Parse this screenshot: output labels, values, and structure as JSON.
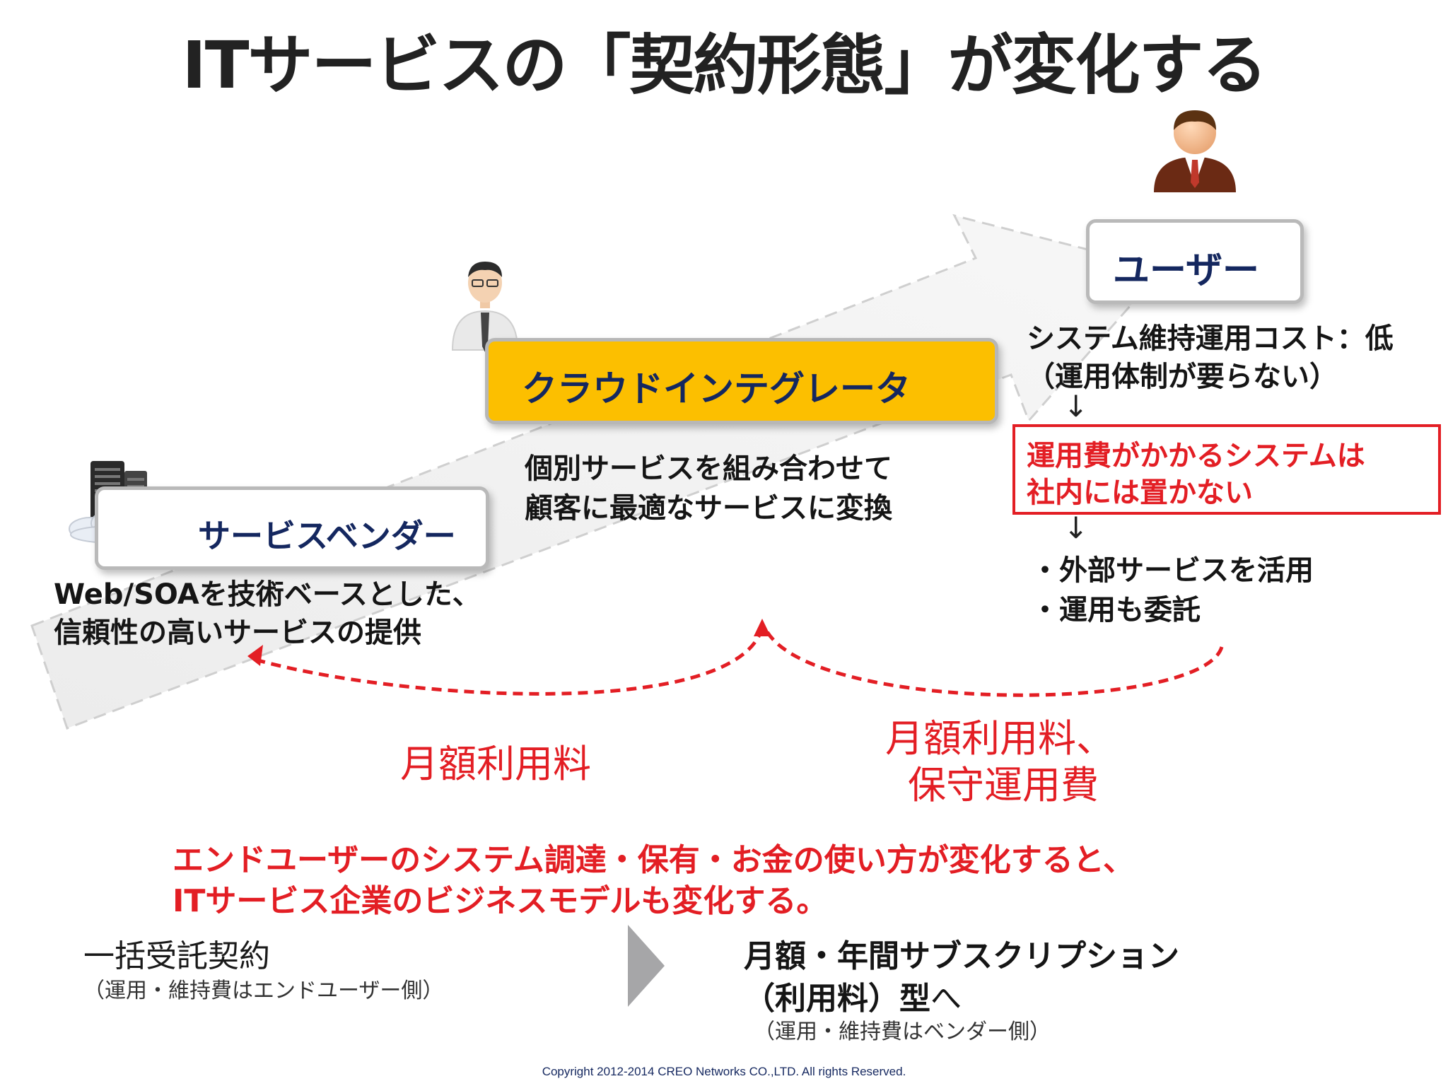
{
  "title": "ITサービスの「契約形態」が変化する",
  "roles": {
    "vendor": {
      "label": "サービスベンダー",
      "desc_line1": "Web/SOAを技術ベースとした、",
      "desc_line2": "信頼性の高いサービスの提供"
    },
    "integrator": {
      "label": "クラウドインテグレータ",
      "desc_line1": "個別サービスを組み合わせて",
      "desc_line2": "顧客に最適なサービスに変換"
    },
    "user": {
      "label": "ユーザー",
      "cost_line1": "システム維持運用コスト：低",
      "cost_line2": "（運用体制が要らない）",
      "arrow1": "↓",
      "boxed_line1": "運用費がかかるシステムは",
      "boxed_line2": "社内には置かない",
      "arrow2": "↓",
      "bullet1": "・外部サービスを活用",
      "bullet2": "・運用も委託"
    }
  },
  "flows": {
    "left_label": "月額利用料",
    "right_line1": "月額利用料、",
    "right_line2": "保守運用費"
  },
  "conclusion": {
    "line1": "エンドユーザーのシステム調達・保有・お金の使い方が変化すると、",
    "line2": "ITサービス企業のビジネスモデルも変化する。"
  },
  "comparison": {
    "before_main": "一括受託契約",
    "before_sub": "（運用・維持費はエンドユーザー側）",
    "after_line1": "月額・年間サブスクリプション",
    "after_line2_bold": "（利用料）型",
    "after_line2_tail": "へ",
    "after_sub": "（運用・維持費はベンダー側）"
  },
  "footer": "Copyright 2012-2014 CREO Networks CO.,LTD. All rights Reserved.",
  "colors": {
    "accent_red": "#e31e24",
    "navy": "#14275f",
    "integrator_yellow": "#fcbf00",
    "box_gray": "#b9b9b9"
  },
  "icons": [
    "server-icon",
    "cloud-icon",
    "engineer-icon",
    "businessman-icon"
  ]
}
